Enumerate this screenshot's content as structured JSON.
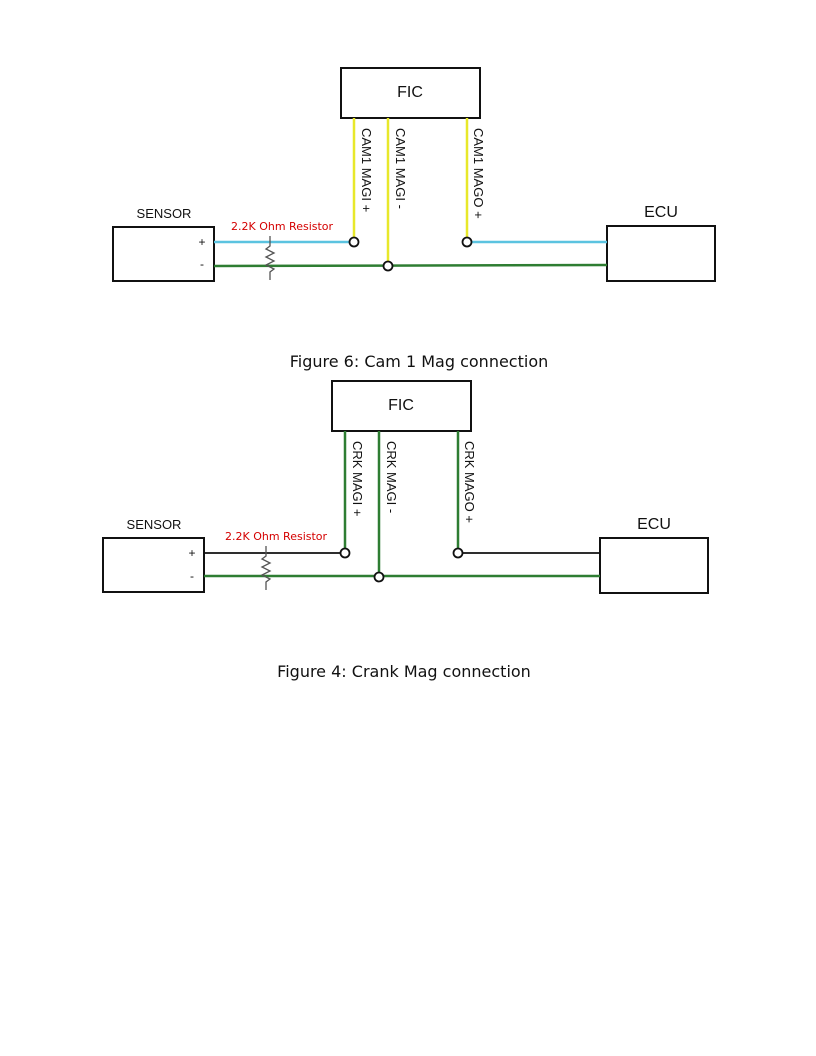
{
  "figures": [
    {
      "caption": "Figure 6: Cam 1 Mag connection",
      "fic_label": "FIC",
      "sensor_label": "SENSOR",
      "ecu_label": "ECU",
      "plus_label": "+",
      "minus_label": "-",
      "resistor_label": "2.2K Ohm Resistor",
      "wires": [
        {
          "label": "CAM1 MAGI +"
        },
        {
          "label": "CAM1 MAGI -"
        },
        {
          "label": "CAM1 MAGO +"
        }
      ],
      "colors": {
        "fic_wires": "#e8e82a",
        "signal": "#5bc3e0",
        "ground": "#2e7d32"
      }
    },
    {
      "caption": "Figure 4: Crank Mag connection",
      "fic_label": "FIC",
      "sensor_label": "SENSOR",
      "ecu_label": "ECU",
      "plus_label": "+",
      "minus_label": "-",
      "resistor_label": "2.2K Ohm Resistor",
      "wires": [
        {
          "label": "CRK MAGI +"
        },
        {
          "label": "CRK MAGI -"
        },
        {
          "label": "CRK MAGO +"
        }
      ],
      "colors": {
        "fic_wires": "#2e7d32",
        "signal": "#111111",
        "ground": "#2e7d32"
      }
    }
  ]
}
